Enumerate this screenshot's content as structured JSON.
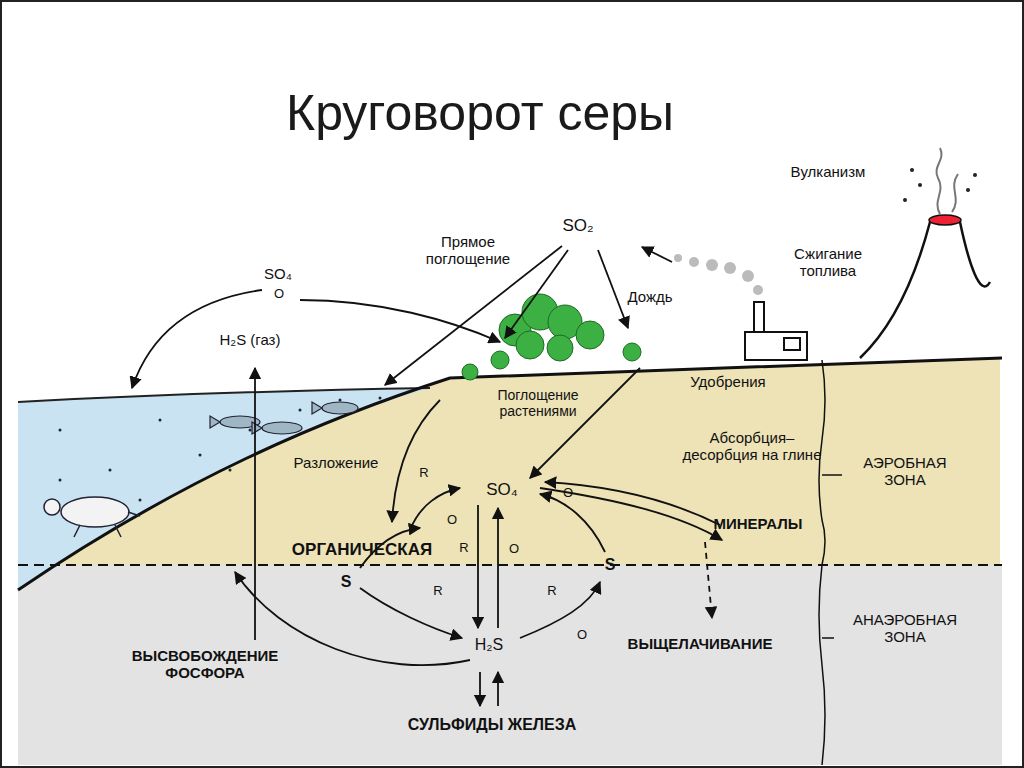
{
  "diagram": {
    "title": "Круговорот серы",
    "labels": [
      "Вулканизм",
      "SO₂",
      "Прямое поглощение",
      "Сжигание топлива",
      "SO₄",
      "O",
      "H₂S (газ)",
      "Дождь",
      "Удобрения",
      "Поглощение растениями",
      "Разложение",
      "R",
      "SO₄",
      "O",
      "Абсорбция–десорбция на глине",
      "АЭРОБНАЯ ЗОНА",
      "O",
      "МИНЕРАЛЫ",
      "ОРГАНИЧЕСКАЯ",
      "R",
      "O",
      "S",
      "S",
      "R",
      "R",
      "O",
      "H₂S",
      "ВЫЩЕЛАЧИВАНИЕ",
      "АНАЭРОБНАЯ ЗОНА",
      "ВЫСВОБОЖДЕНИЕ ФОСФОРА",
      "СУЛЬФИДЫ ЖЕЛЕЗА"
    ]
  }
}
